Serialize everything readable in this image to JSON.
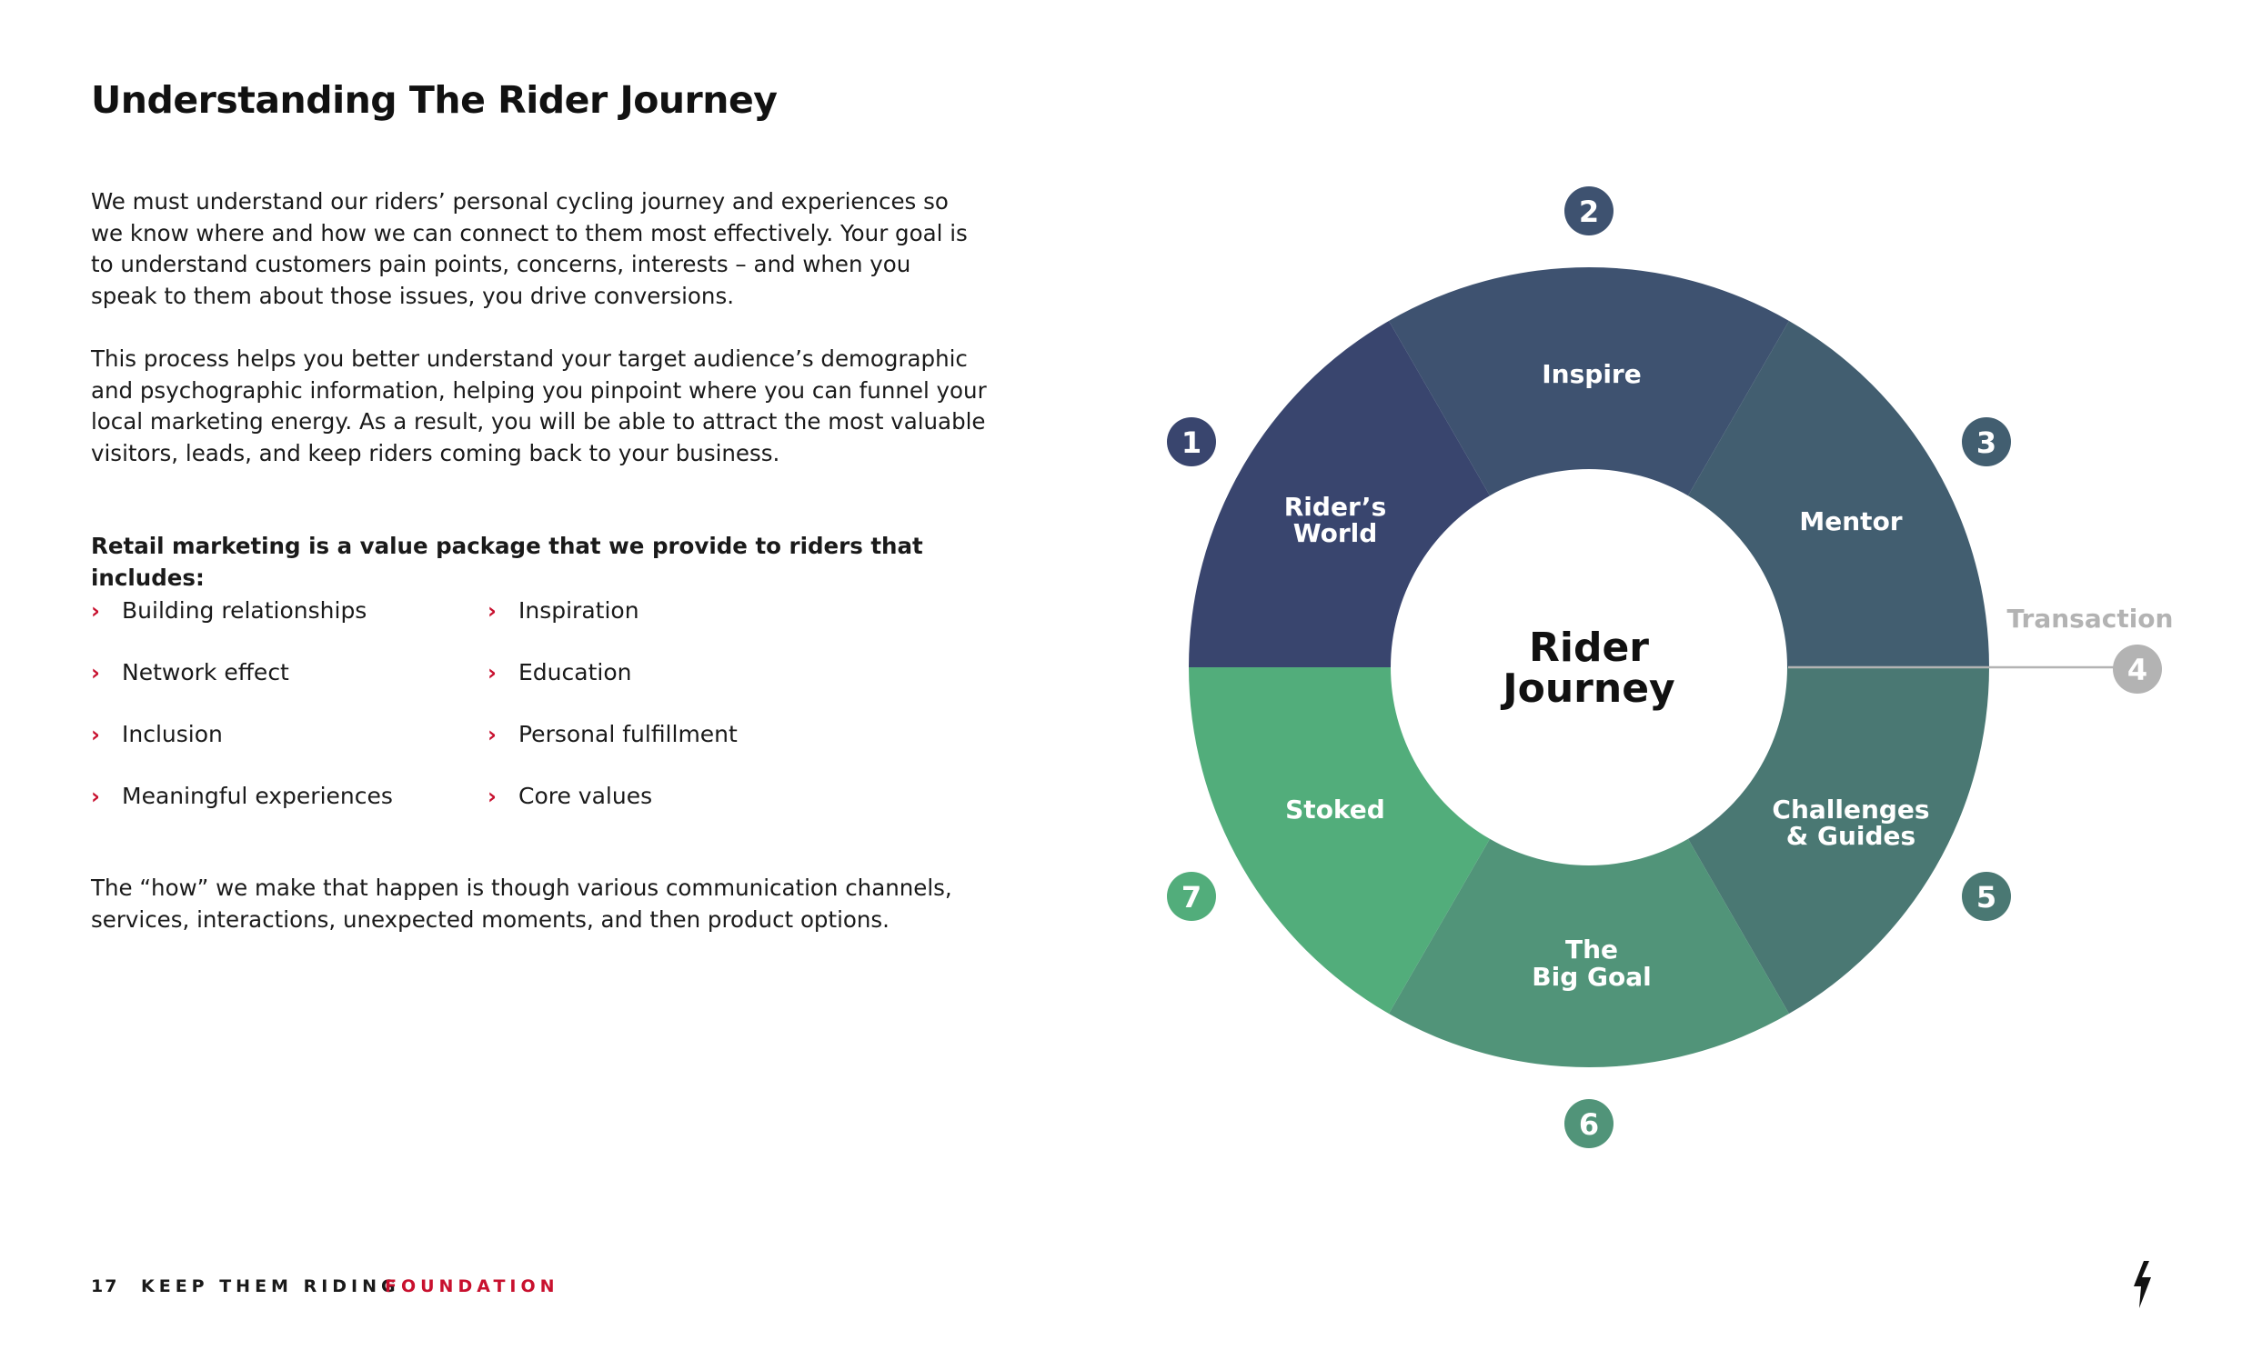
{
  "title": "Understanding The Rider Journey",
  "paragraphs": {
    "intro": "We must understand our riders’ personal cycling journey and experiences so we know where and how we can connect to them most effectively. Your goal is to understand customers pain points, concerns, interests – and when you speak to them about those issues, you drive conversions.",
    "process": "This process helps you better understand your target audience’s demographic and psychographic information, helping you pinpoint where you can funnel your local marketing energy. As a result, you will be able to attract the most valuable visitors, leads, and keep riders coming back to your business.",
    "value_heading": "Retail marketing is a value package that we provide to riders that includes:",
    "how": "The “how” we make that happen is though various communication channels, services, interactions, unexpected moments, and then product options."
  },
  "bullets": {
    "left": [
      "Building relationships",
      "Network effect",
      "Inclusion",
      "Meaningful experiences"
    ],
    "right": [
      "Inspiration",
      "Education",
      "Personal fulfillment",
      "Core values"
    ],
    "marker": "›"
  },
  "diagram": {
    "center_line1": "Rider",
    "center_line2": "Journey",
    "stages": [
      {
        "number": "1",
        "line1": "Rider’s",
        "line2": "World",
        "color": "#39456e"
      },
      {
        "number": "2",
        "line1": "Inspire",
        "line2": "",
        "color": "#3e5270"
      },
      {
        "number": "3",
        "line1": "Mentor",
        "line2": "",
        "color": "#425e70"
      },
      {
        "number": "5",
        "line1": "Challenges",
        "line2": "& Guides",
        "color": "#4a7873"
      },
      {
        "number": "6",
        "line1": "The",
        "line2": "Big Goal",
        "color": "#519479"
      },
      {
        "number": "7",
        "line1": "Stoked",
        "line2": "",
        "color": "#52ad7b"
      }
    ],
    "transaction": {
      "number": "4",
      "label": "Transaction",
      "color": "#b3b3b3"
    }
  },
  "footer": {
    "page_number": "17",
    "brand": "KEEP THEM RIDING",
    "brand_accent": "FOUNDATION",
    "accent_color": "#c8102e"
  }
}
